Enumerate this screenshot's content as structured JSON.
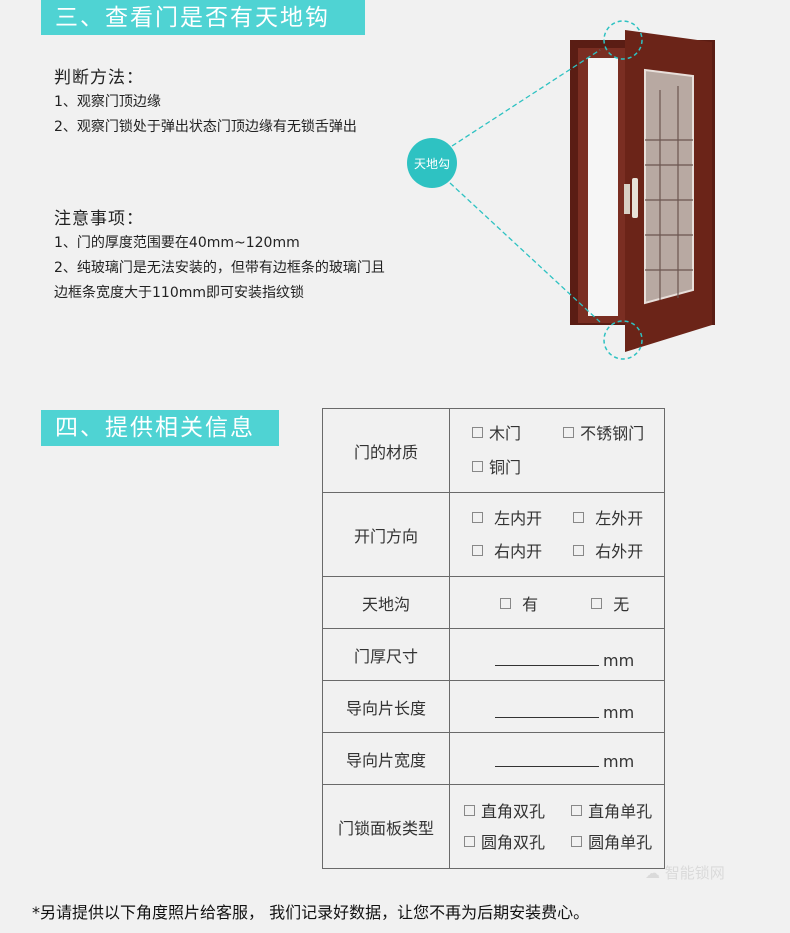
{
  "section3": {
    "title": "三、查看门是否有天地钩",
    "method_title": "判断方法：",
    "method_items": [
      "1、观察门顶边缘",
      "2、观察门锁处于弹出状态门顶边缘有无锁舌弹出"
    ],
    "notes_title": "注意事项：",
    "notes_items": [
      "1、门的厚度范围要在40mm~120mm",
      "2、纯玻璃门是无法安装的，但带有边框条的玻璃门且",
      "边框条宽度大于110mm即可安装指纹锁"
    ],
    "badge": "天地勾"
  },
  "section4": {
    "title": "四、提供相关信息",
    "rows": [
      {
        "label": "门的材质",
        "options": [
          "木门",
          "不锈钢门",
          "铜门"
        ]
      },
      {
        "label": "开门方向",
        "options": [
          "左内开",
          "左外开",
          "右内开",
          "右外开"
        ]
      },
      {
        "label": "天地沟",
        "options": [
          "有",
          "无"
        ]
      },
      {
        "label": "门厚尺寸",
        "unit": "mm"
      },
      {
        "label": "导向片长度",
        "unit": "mm"
      },
      {
        "label": "导向片宽度",
        "unit": "mm"
      },
      {
        "label": "门锁面板类型",
        "options": [
          "直角双孔",
          "直角单孔",
          "圆角双孔",
          "圆角单孔"
        ]
      }
    ]
  },
  "footnote": "*另请提供以下角度照片给客服， 我们记录好数据，让您不再为后期安装费心。",
  "watermark": "智能锁网",
  "colors": {
    "accent": "#4fd3d3",
    "badge": "#2ec2c2",
    "door": "#6b2418"
  }
}
